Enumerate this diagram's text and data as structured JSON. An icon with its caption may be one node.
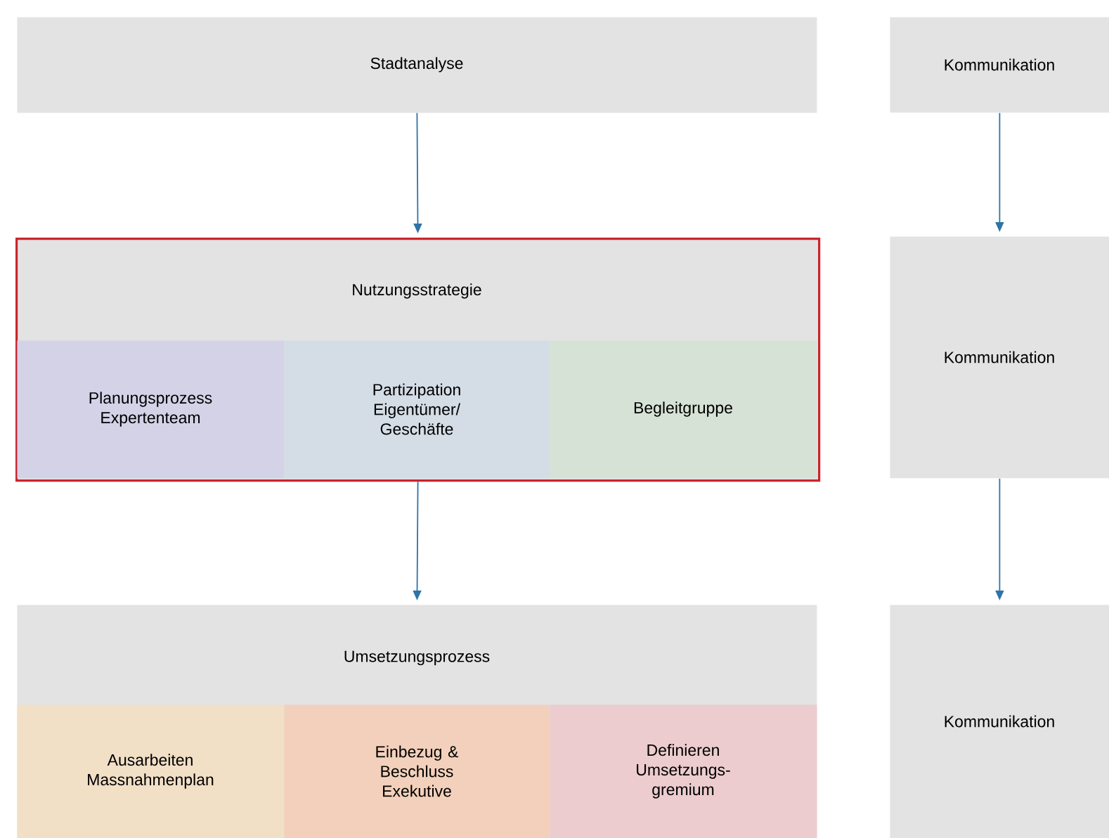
{
  "diagram": {
    "nodes": [
      {
        "text": [
          "Stadtanalyse"
        ]
      },
      {
        "text": [
          "Kommunikation"
        ]
      },
      {
        "text": [
          "Nutzungsstrategie"
        ]
      },
      {
        "text": [
          "Planungsprozess Expertenteam"
        ],
        "in": 2
      },
      {
        "text": [
          "Partizipation Eigentümer/ Geschäfte"
        ],
        "in": 2
      },
      {
        "text": [
          "Begleitgruppe"
        ],
        "in": 2
      },
      {
        "text": [
          "Kommunikation"
        ]
      },
      {
        "text": [
          "Umsetzungsprozess"
        ]
      },
      {
        "text": [
          "Ausarbeiten Massnahmenplan"
        ],
        "in": 7
      },
      {
        "text": [
          "Einbezug & Beschluss Exekutive"
        ],
        "in": 7
      },
      {
        "text": [
          "Definieren Umsetzungs- gremium"
        ],
        "in": 7
      },
      {
        "text": [
          "Kommunikation"
        ]
      }
    ],
    "edges": [
      {
        "from": 0,
        "to": 2,
        "arrow": "to"
      },
      {
        "from": 2,
        "to": 7,
        "arrow": "to"
      },
      {
        "from": 1,
        "to": 6,
        "arrow": "to"
      },
      {
        "from": 6,
        "to": 11,
        "arrow": "to"
      }
    ]
  }
}
